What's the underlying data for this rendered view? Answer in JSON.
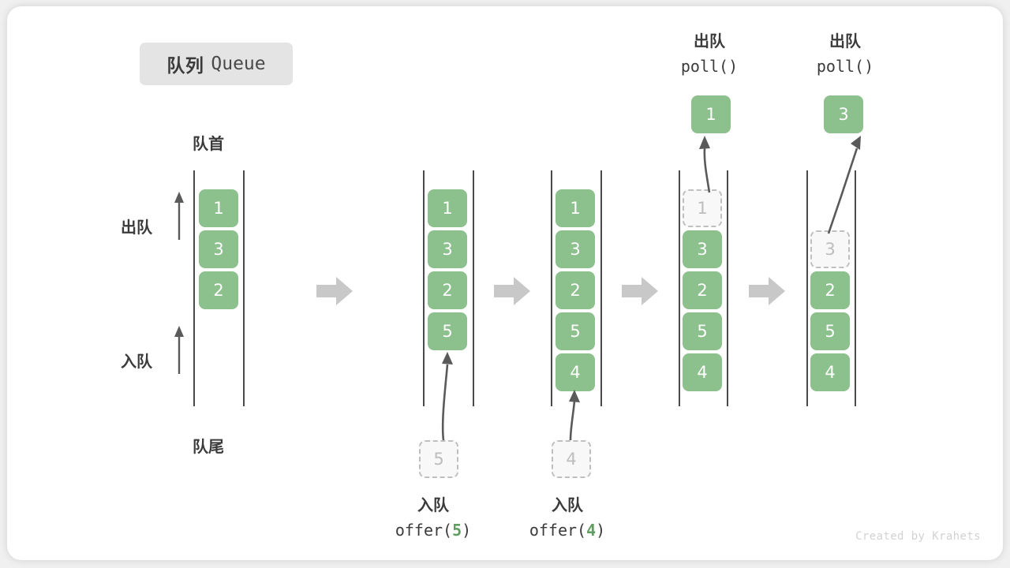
{
  "diagram": {
    "title_cn": "队列",
    "title_en": "Queue",
    "front_label": "队首",
    "rear_label": "队尾",
    "dequeue_label": "出队",
    "enqueue_label": "入队",
    "credit": "Created by Krahets",
    "colors": {
      "cell_fill": "#8cc08c",
      "cell_text": "#ffffff",
      "ghost_border": "#bfbfbf",
      "ghost_text": "#bdbdbd",
      "rail": "#4a4a4a",
      "step_arrow": "#c8c8c8",
      "accent_green": "#5f9e5f",
      "card_bg": "#ffffff",
      "page_bg": "#f0f0f0",
      "chip_bg": "#e4e4e4"
    },
    "steps": [
      {
        "id": "initial",
        "cells": [
          "1",
          "3",
          "2"
        ],
        "ghost_head_index": null,
        "incoming": null,
        "op_top": null,
        "op_bottom": null,
        "popped": null
      },
      {
        "id": "offer-5",
        "cells": [
          "1",
          "3",
          "2",
          "5"
        ],
        "ghost_head_index": null,
        "incoming": "5",
        "op_top": null,
        "op_bottom": {
          "line1": "入队",
          "line2_pre": "offer(",
          "arg": "5",
          "line2_post": ")"
        },
        "popped": null
      },
      {
        "id": "offer-4",
        "cells": [
          "1",
          "3",
          "2",
          "5",
          "4"
        ],
        "ghost_head_index": null,
        "incoming": "4",
        "op_top": null,
        "op_bottom": {
          "line1": "入队",
          "line2_pre": "offer(",
          "arg": "4",
          "line2_post": ")"
        },
        "popped": null
      },
      {
        "id": "poll-1",
        "cells": [
          "1",
          "3",
          "2",
          "5",
          "4"
        ],
        "ghost_head_index": 0,
        "incoming": null,
        "op_top": {
          "line1": "出队",
          "line2_pre": "poll(",
          "arg": "",
          "line2_post": ")"
        },
        "op_bottom": null,
        "popped": "1"
      },
      {
        "id": "poll-3",
        "cells": [
          "3",
          "2",
          "5",
          "4"
        ],
        "ghost_head_index": 0,
        "incoming": null,
        "op_top": {
          "line1": "出队",
          "line2_pre": "poll(",
          "arg": "",
          "line2_post": ")"
        },
        "op_bottom": null,
        "popped": "3"
      }
    ]
  }
}
